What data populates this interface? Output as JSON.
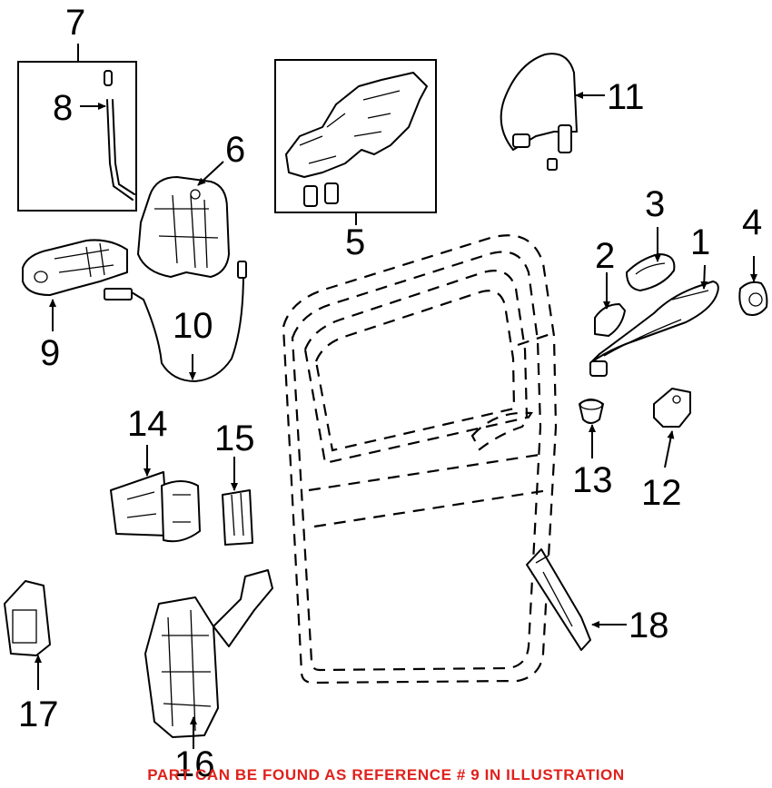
{
  "callouts": {
    "c1": "1",
    "c2": "2",
    "c3": "3",
    "c4": "4",
    "c5": "5",
    "c6": "6",
    "c7": "7",
    "c8": "8",
    "c9": "9",
    "c10": "10",
    "c11": "11",
    "c12": "12",
    "c13": "13",
    "c14": "14",
    "c15": "15",
    "c16": "16",
    "c17": "17",
    "c18": "18"
  },
  "footer": {
    "note": "PART CAN BE FOUND AS REFERENCE # 9 IN ILLUSTRATION",
    "note_color": "#e0201b"
  }
}
